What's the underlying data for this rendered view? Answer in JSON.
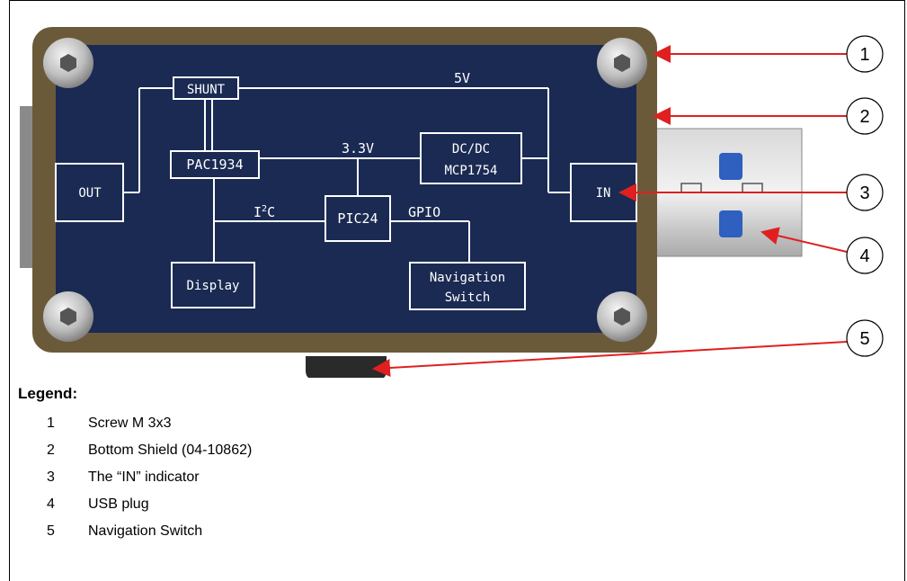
{
  "board": {
    "shunt": "SHUNT",
    "rail_5v": "5V",
    "rail_3v3": "3.3V",
    "pac": "PAC1934",
    "dcdc_line1": "DC/DC",
    "dcdc_line2": "MCP1754",
    "out": "OUT",
    "in": "IN",
    "i2c": "I",
    "i2c_sup": "2",
    "i2c_tail": "C",
    "pic": "PIC24",
    "gpio": "GPIO",
    "display": "Display",
    "nav_line1": "Navigation",
    "nav_line2": "Switch"
  },
  "callouts": [
    "1",
    "2",
    "3",
    "4",
    "5"
  ],
  "legend": {
    "title": "Legend:",
    "items": [
      {
        "num": "1",
        "text": "Screw M 3x3"
      },
      {
        "num": "2",
        "text": "Bottom Shield (04-10862)"
      },
      {
        "num": "3",
        "text": "The “IN” indicator"
      },
      {
        "num": "4",
        "text": "USB plug"
      },
      {
        "num": "5",
        "text": "Navigation Switch"
      }
    ]
  },
  "colors": {
    "pcb": "#1a2a52",
    "bezel": "#6b5a3a",
    "silkscreen": "#ffffff",
    "arrow": "#e02020",
    "usb_metal": "#c8c8c8",
    "usb_window": "#2f5fbf"
  }
}
